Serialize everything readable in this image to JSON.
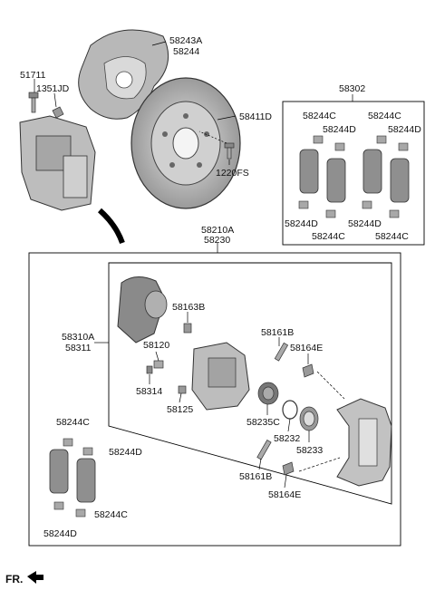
{
  "labels": {
    "p58243a": "58243A",
    "p58244": "58244",
    "p51711": "51711",
    "p1351jd": "1351JD",
    "p58411d": "58411D",
    "p1220fs": "1220FS",
    "p58302": "58302",
    "kit_c1": "58244C",
    "kit_c2": "58244C",
    "kit_d1": "58244D",
    "kit_d2": "58244D",
    "kit_d3": "58244D",
    "kit_d4": "58244D",
    "kit_c3": "58244C",
    "kit_c4": "58244C",
    "p58210a": "58210A",
    "p58230": "58230",
    "p58310a": "58310A",
    "p58311": "58311",
    "p58163b": "58163B",
    "p58120": "58120",
    "p58314": "58314",
    "p58125": "58125",
    "p58161b_top": "58161B",
    "p58164e_top": "58164E",
    "p58235c": "58235C",
    "p58232": "58232",
    "p58233": "58233",
    "p58161b_bot": "58161B",
    "p58164e_bot": "58164E",
    "lower_c1": "58244C",
    "lower_d1": "58244D",
    "lower_c2": "58244C",
    "lower_d2": "58244D"
  },
  "footer": {
    "direction_label": "FR."
  }
}
